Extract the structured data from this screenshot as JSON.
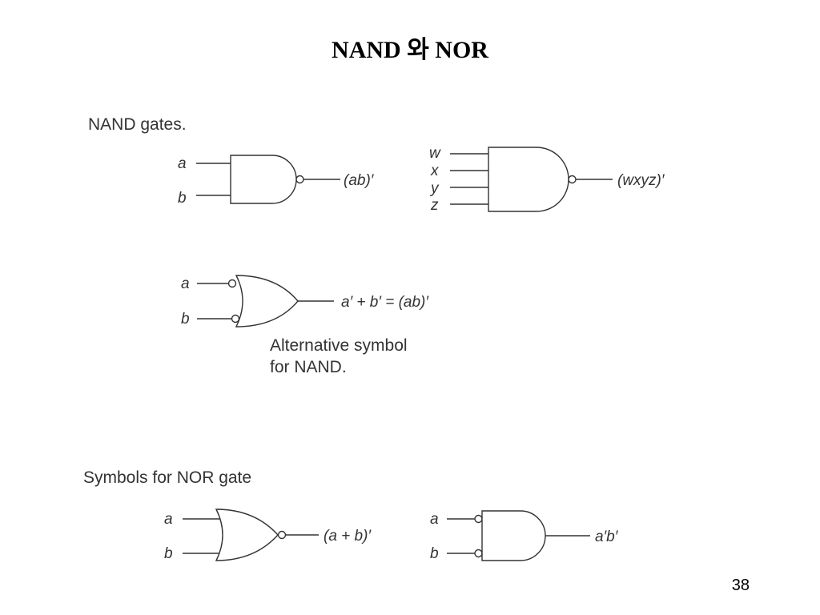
{
  "slide": {
    "title": "NAND 와  NOR",
    "page_number": "38"
  },
  "nand_section": {
    "heading": "NAND gates.",
    "gate_two_input": {
      "inputs": [
        "a",
        "b"
      ],
      "output": "(ab)′"
    },
    "gate_four_input": {
      "inputs": [
        "w",
        "x",
        "y",
        "z"
      ],
      "output": "(wxyz)′"
    },
    "alternative_gate": {
      "inputs": [
        "a",
        "b"
      ],
      "output": "a′ + b′ = (ab)′",
      "caption_line1": "Alternative symbol",
      "caption_line2": "for NAND."
    }
  },
  "nor_section": {
    "heading": "Symbols for NOR gate",
    "gate_or_form": {
      "inputs": [
        "a",
        "b"
      ],
      "output": "(a + b)′"
    },
    "gate_and_form": {
      "inputs": [
        "a",
        "b"
      ],
      "output": "a′b′"
    }
  },
  "colors": {
    "line": "#333333",
    "text": "#333333",
    "title": "#000000",
    "background": "#ffffff"
  }
}
